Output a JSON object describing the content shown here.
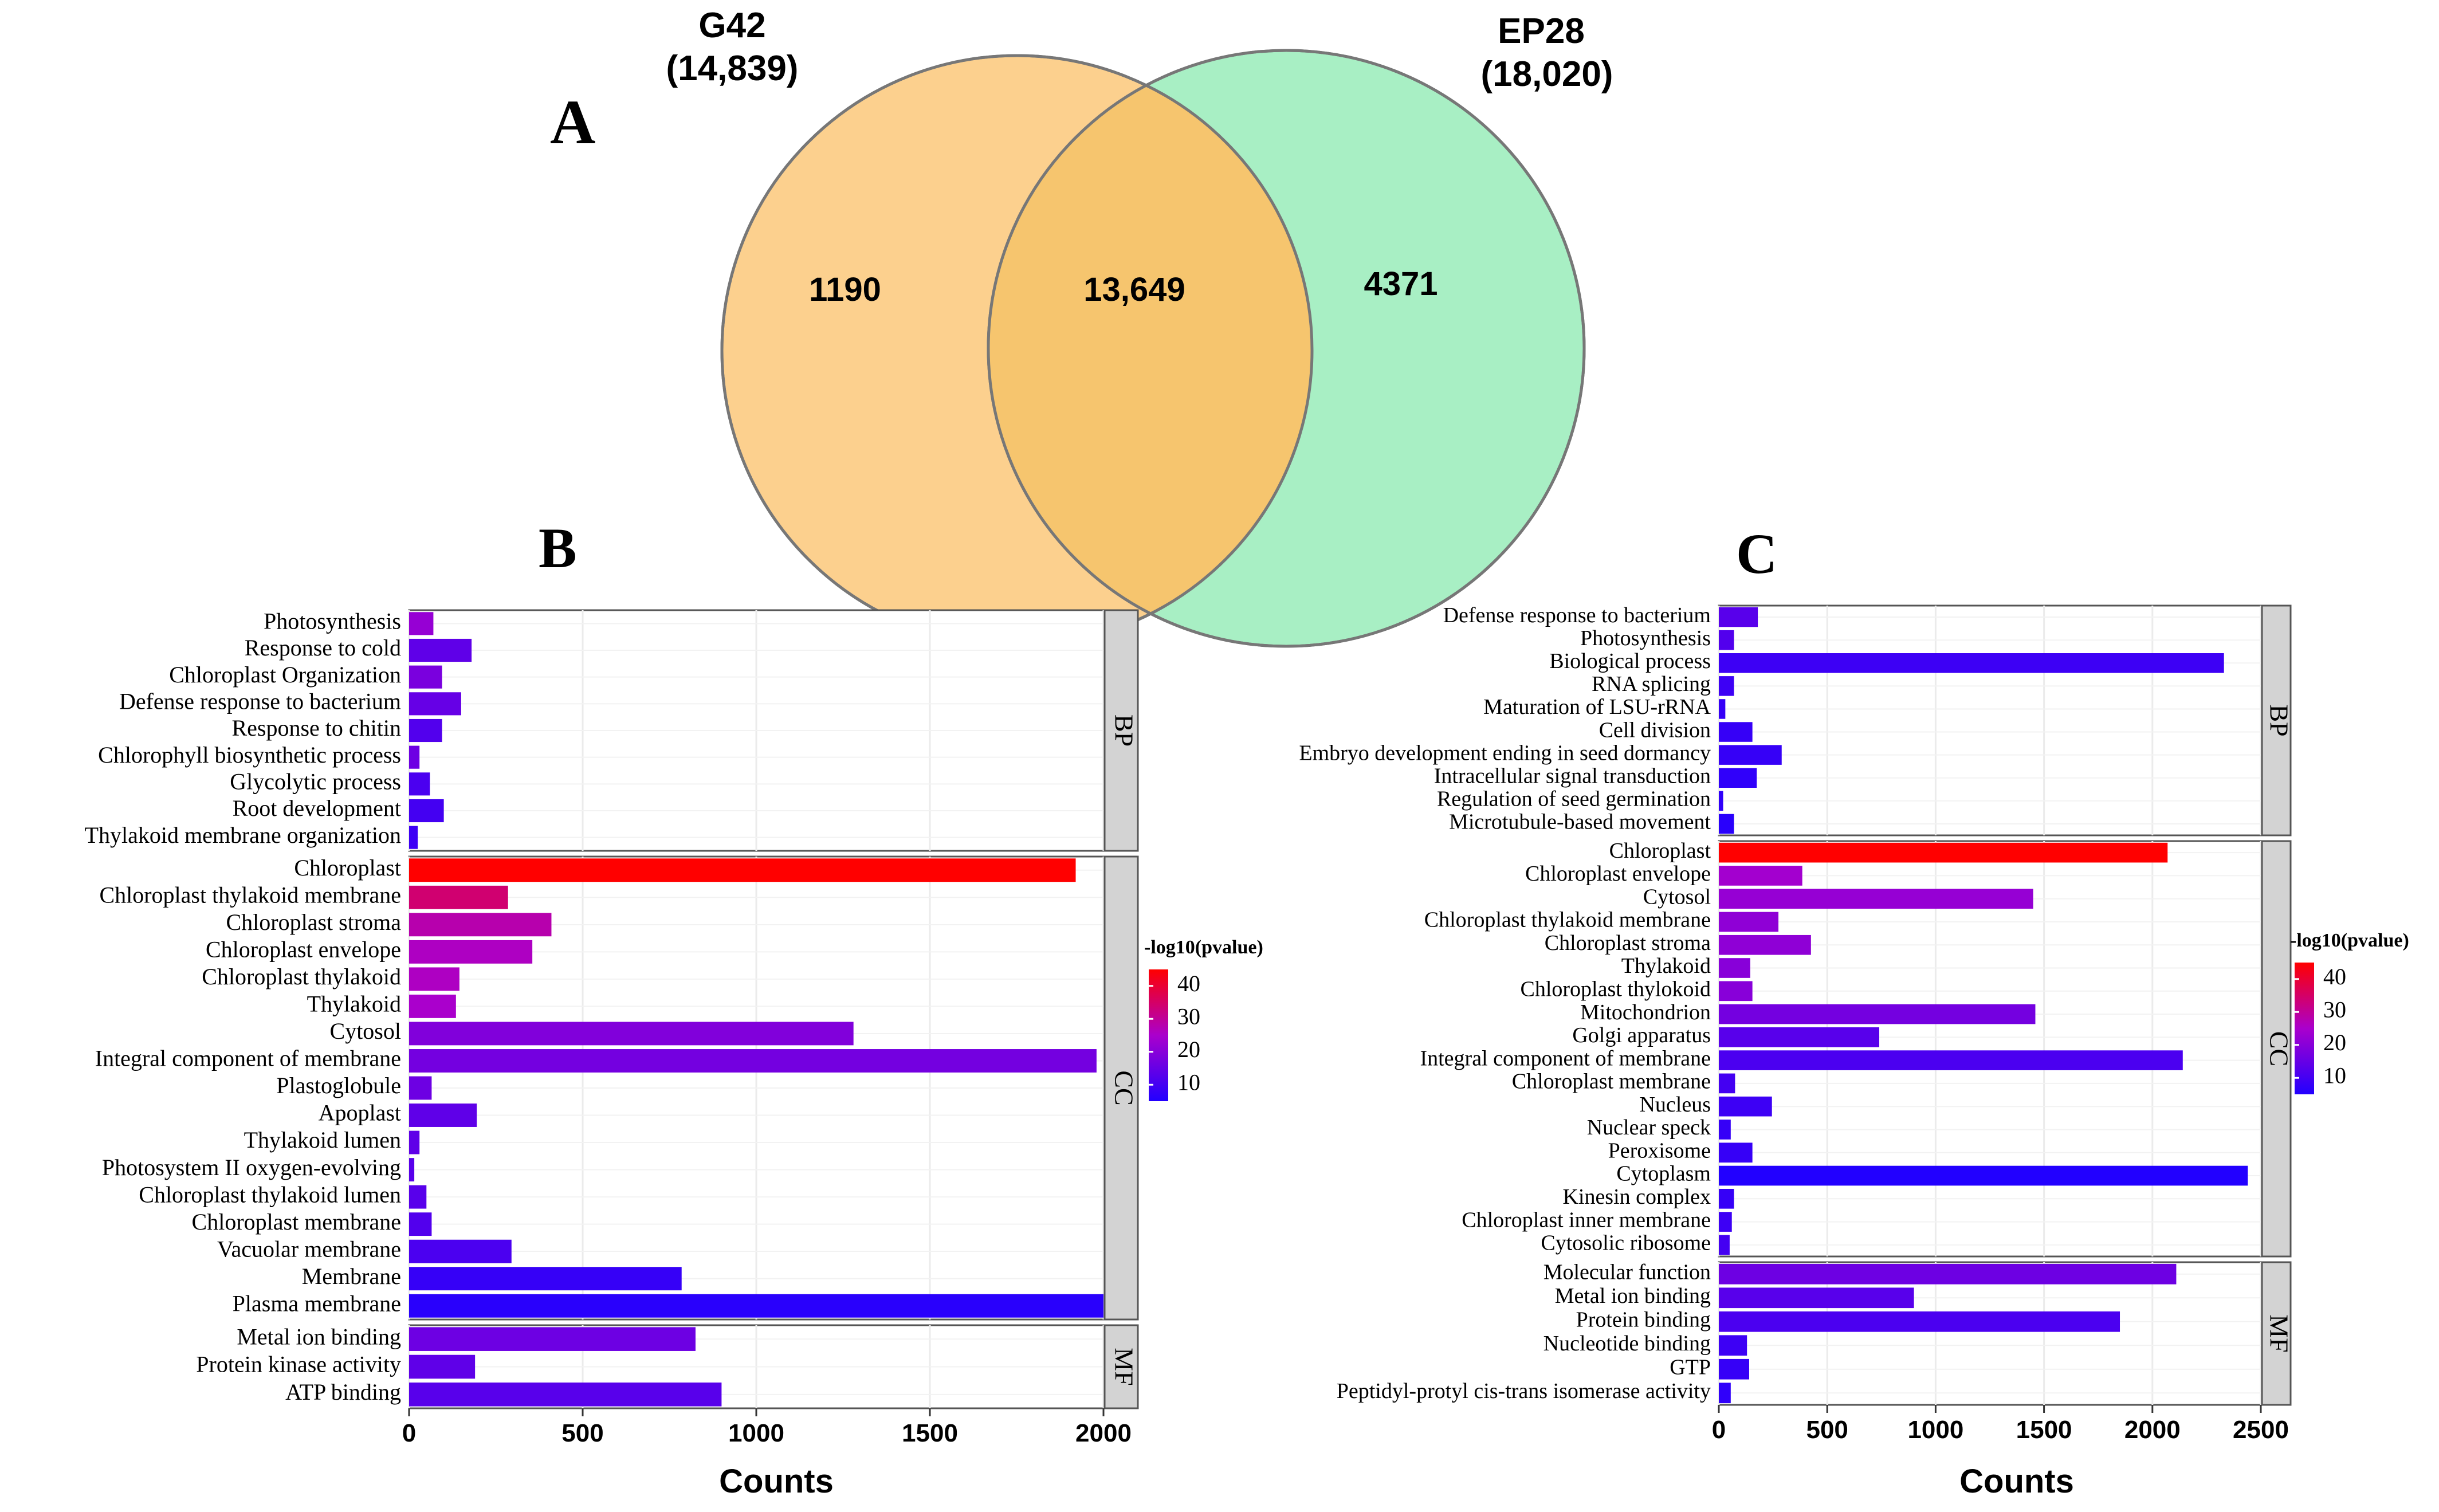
{
  "colors": {
    "g42_fill": "#fbb659",
    "ep28_fill": "#73e69a",
    "overlap_fill": "#f6be62",
    "venn_stroke": "#777777",
    "scale_high": "#ff0000",
    "scale_mid": "#aa00cc",
    "scale_low": "#2200ff",
    "panel_bg": "#ffffff",
    "grid": "#ebebeb",
    "strip_bg": "#d3d3d3"
  },
  "venn": {
    "panel_label": "A",
    "sets": [
      {
        "name": "G42",
        "total": "(14,839)",
        "unique": "1190"
      },
      {
        "name": "EP28",
        "total": "(18,020)",
        "unique": "4371"
      }
    ],
    "overlap": "13,649"
  },
  "chart_data": [
    {
      "type": "bar",
      "panel_label": "B",
      "orientation": "horizontal",
      "xlabel": "Counts",
      "xlim": [
        0,
        2000
      ],
      "xticks": [
        0,
        500,
        1000,
        1500,
        2000
      ],
      "legend": {
        "title": "-log10(pvalue)",
        "ticks": [
          10,
          20,
          30,
          40
        ],
        "range": [
          5,
          45
        ]
      },
      "facets": [
        {
          "name": "BP",
          "terms": [
            {
              "term": "Photosynthesis",
              "count": 70,
              "p": 22
            },
            {
              "term": "Response to cold",
              "count": 180,
              "p": 14
            },
            {
              "term": "Chloroplast Organization",
              "count": 95,
              "p": 18
            },
            {
              "term": "Defense response to bacterium",
              "count": 150,
              "p": 15
            },
            {
              "term": "Response to chitin",
              "count": 95,
              "p": 12
            },
            {
              "term": "Chlorophyll biosynthetic process",
              "count": 30,
              "p": 16
            },
            {
              "term": "Glycolytic process",
              "count": 60,
              "p": 11
            },
            {
              "term": "Root development",
              "count": 100,
              "p": 10
            },
            {
              "term": "Thylakoid membrane organization",
              "count": 25,
              "p": 9
            }
          ]
        },
        {
          "name": "CC",
          "terms": [
            {
              "term": "Chloroplast",
              "count": 1920,
              "p": 45
            },
            {
              "term": "Chloroplast thylakoid membrane",
              "count": 285,
              "p": 34
            },
            {
              "term": "Chloroplast stroma",
              "count": 410,
              "p": 28
            },
            {
              "term": "Chloroplast envelope",
              "count": 355,
              "p": 26
            },
            {
              "term": "Chloroplast thylakoid",
              "count": 145,
              "p": 26
            },
            {
              "term": "Thylakoid",
              "count": 135,
              "p": 25
            },
            {
              "term": "Cytosol",
              "count": 1280,
              "p": 19
            },
            {
              "term": "Integral component of membrane",
              "count": 1980,
              "p": 17
            },
            {
              "term": "Plastoglobule",
              "count": 65,
              "p": 16
            },
            {
              "term": "Apoplast",
              "count": 195,
              "p": 14
            },
            {
              "term": "Thylakoid lumen",
              "count": 30,
              "p": 14
            },
            {
              "term": "Photosystem II oxygen-evolving",
              "count": 15,
              "p": 13
            },
            {
              "term": "Chloroplast thylakoid lumen",
              "count": 50,
              "p": 13
            },
            {
              "term": "Chloroplast membrane",
              "count": 65,
              "p": 12
            },
            {
              "term": "Vacuolar membrane",
              "count": 295,
              "p": 11
            },
            {
              "term": "Membrane",
              "count": 785,
              "p": 8
            },
            {
              "term": "Plasma membrane",
              "count": 2020,
              "p": 6
            }
          ]
        },
        {
          "name": "MF",
          "terms": [
            {
              "term": "Metal ion binding",
              "count": 825,
              "p": 16
            },
            {
              "term": "Protein kinase activity",
              "count": 190,
              "p": 14
            },
            {
              "term": "ATP binding",
              "count": 900,
              "p": 13
            }
          ]
        }
      ]
    },
    {
      "type": "bar",
      "panel_label": "C",
      "orientation": "horizontal",
      "xlabel": "Counts",
      "xlim": [
        0,
        2500
      ],
      "xticks": [
        0,
        500,
        1000,
        1500,
        2000,
        2500
      ],
      "legend": {
        "title": "-log10(pvalue)",
        "ticks": [
          10,
          20,
          30,
          40
        ],
        "range": [
          5,
          45
        ]
      },
      "facets": [
        {
          "name": "BP",
          "terms": [
            {
              "term": "Defense response to bacterium",
              "count": 180,
              "p": 13
            },
            {
              "term": "Photosynthesis",
              "count": 70,
              "p": 12
            },
            {
              "term": "Biological process",
              "count": 2330,
              "p": 9
            },
            {
              "term": "RNA splicing",
              "count": 70,
              "p": 9
            },
            {
              "term": "Maturation of LSU-rRNA",
              "count": 30,
              "p": 8
            },
            {
              "term": "Cell division",
              "count": 155,
              "p": 8
            },
            {
              "term": "Embryo development ending in seed dormancy",
              "count": 290,
              "p": 8
            },
            {
              "term": "Intracellular signal transduction",
              "count": 175,
              "p": 7
            },
            {
              "term": "Regulation of seed germination",
              "count": 20,
              "p": 7
            },
            {
              "term": "Microtubule-based movement",
              "count": 70,
              "p": 6
            }
          ]
        },
        {
          "name": "CC",
          "terms": [
            {
              "term": "Chloroplast",
              "count": 2070,
              "p": 45
            },
            {
              "term": "Chloroplast envelope",
              "count": 385,
              "p": 24
            },
            {
              "term": "Cytosol",
              "count": 1450,
              "p": 22
            },
            {
              "term": "Chloroplast thylakoid membrane",
              "count": 275,
              "p": 21
            },
            {
              "term": "Chloroplast stroma",
              "count": 425,
              "p": 21
            },
            {
              "term": "Thylakoid",
              "count": 145,
              "p": 20
            },
            {
              "term": "Chloroplast thylokoid",
              "count": 155,
              "p": 20
            },
            {
              "term": "Mitochondrion",
              "count": 1460,
              "p": 17
            },
            {
              "term": "Golgi apparatus",
              "count": 740,
              "p": 13
            },
            {
              "term": "Integral component of membrane",
              "count": 2140,
              "p": 11
            },
            {
              "term": "Chloroplast membrane",
              "count": 75,
              "p": 10
            },
            {
              "term": "Nucleus",
              "count": 245,
              "p": 9
            },
            {
              "term": "Nuclear speck",
              "count": 55,
              "p": 8
            },
            {
              "term": "Peroxisome",
              "count": 155,
              "p": 8
            },
            {
              "term": "Cytoplasm",
              "count": 2440,
              "p": 5
            },
            {
              "term": "Kinesin complex",
              "count": 70,
              "p": 8
            },
            {
              "term": "Chloroplast inner membrane",
              "count": 60,
              "p": 9
            },
            {
              "term": "Cytosolic ribosome",
              "count": 50,
              "p": 10
            }
          ]
        },
        {
          "name": "MF",
          "terms": [
            {
              "term": "Molecular function",
              "count": 2110,
              "p": 16
            },
            {
              "term": "Metal ion binding",
              "count": 900,
              "p": 13
            },
            {
              "term": "Protein binding",
              "count": 1850,
              "p": 11
            },
            {
              "term": "Nucleotide binding",
              "count": 130,
              "p": 9
            },
            {
              "term": "GTP",
              "count": 140,
              "p": 8
            },
            {
              "term": "Peptidyl-protyl cis-trans isomerase activity",
              "count": 55,
              "p": 7
            }
          ]
        }
      ]
    }
  ]
}
